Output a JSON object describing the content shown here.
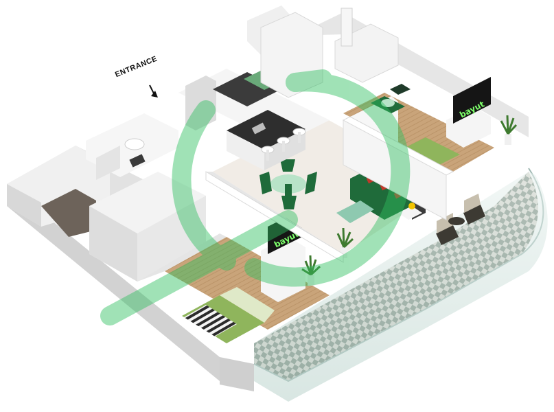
{
  "labels": {
    "entrance": "ENTRANCE",
    "tv_brand": "bayut"
  },
  "icons": {
    "entrance_arrow": "arrow-down-icon",
    "watermark": "bayut-watermark-logo"
  },
  "colors": {
    "wall": "#e9e9e9",
    "wall_shadow": "#cfcfcf",
    "floor_wood": "#c9a47a",
    "floor_tile": "#f1ece6",
    "balcony_tile_dark": "#6f7f72",
    "balcony_tile_light": "#d9d4cc",
    "accent_green": "#1f6b3a",
    "watermark_green": "#2fbf60",
    "glass": "#c8ddd8"
  }
}
